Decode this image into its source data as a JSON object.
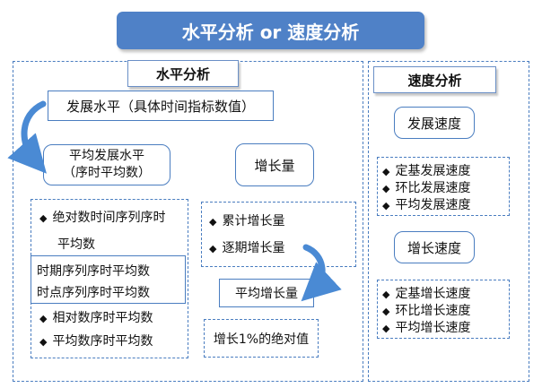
{
  "title": "水平分析 or 速度分析",
  "left": {
    "header": "水平分析",
    "development_level": "发展水平（具体时间指标数值）",
    "avg_level_line1": "平均发展水平",
    "avg_level_line2": "（序时平均数）",
    "increase_amount": "增长量",
    "avg_list": {
      "item1_line1": "绝对数时间序列序时",
      "item1_line2": "平均数",
      "sub1": "时期序列序时平均数",
      "sub2": "时点序列序时平均数",
      "item2": "相对数序时平均数",
      "item3": "平均数序时平均数"
    },
    "increase_list": {
      "item1": "累计增长量",
      "item2": "逐期增长量"
    },
    "avg_increase": "平均增长量",
    "one_percent": "增长1%的绝对值"
  },
  "right": {
    "header": "速度分析",
    "dev_speed": "发展速度",
    "dev_speed_items": [
      "定基发展速度",
      "环比发展速度",
      "平均发展速度"
    ],
    "growth_speed": "增长速度",
    "growth_speed_items": [
      "定基增长速度",
      "环比增长速度",
      "平均增长速度"
    ]
  },
  "icons": {
    "bullet": "◆"
  },
  "colors": {
    "title_bg": "#4f81c7",
    "border": "#4a7dc0",
    "arrow": "#4a8ad4"
  }
}
